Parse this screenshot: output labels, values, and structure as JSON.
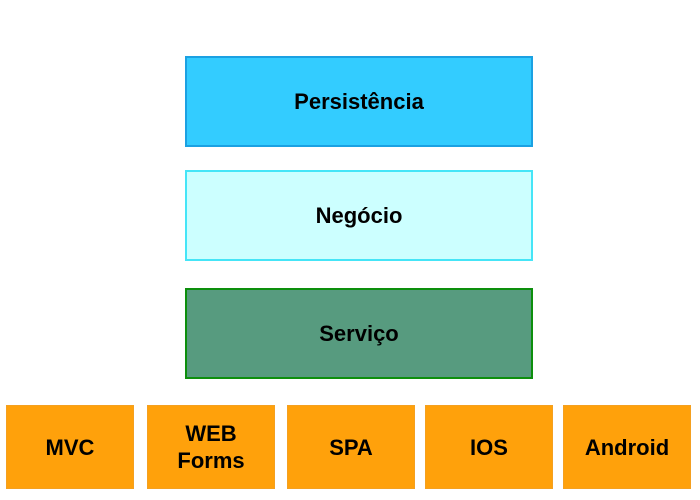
{
  "layers": {
    "persistence": {
      "label": "Persistência",
      "fill": "#33CCFF",
      "stroke": "#1BA1E2"
    },
    "business": {
      "label": "Negócio",
      "fill": "#CCFFFF",
      "stroke": "#45E5F7"
    },
    "service": {
      "label": "Serviço",
      "fill": "#579B7F",
      "stroke": "#0D8F0D"
    }
  },
  "clients": {
    "fill": "#FFA10B",
    "items": [
      {
        "label": "MVC"
      },
      {
        "label": "WEB\nForms"
      },
      {
        "label": "SPA"
      },
      {
        "label": "IOS"
      },
      {
        "label": "Android"
      }
    ]
  }
}
